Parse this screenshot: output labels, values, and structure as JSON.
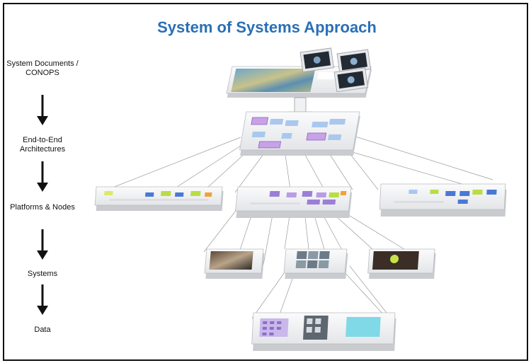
{
  "title": "System of Systems Approach",
  "levels": [
    {
      "label": "System Documents / CONOPS"
    },
    {
      "label": "End-to-End Architectures"
    },
    {
      "label": "Platforms & Nodes"
    },
    {
      "label": "Systems"
    },
    {
      "label": "Data"
    }
  ],
  "colors": {
    "title": "#2a6fb5",
    "panel_face": "#f4f5f7",
    "panel_side": "#c9cbcf",
    "connector": "#9a9a9a",
    "purple_tile": "#9b7fd6",
    "blue_tile": "#4a78d6",
    "green_tile": "#b9dd44",
    "orange_tile": "#f0a23a"
  }
}
